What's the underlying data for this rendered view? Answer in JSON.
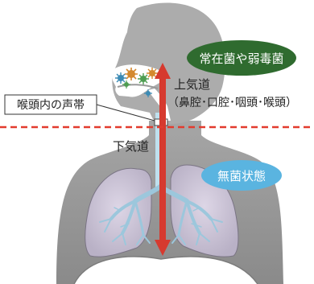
{
  "labels": {
    "upper_airway": "上気道",
    "upper_airway_detail": "（鼻腔･口腔･咽頭･喉頭）",
    "lower_airway": "下気道",
    "vocal_cords": "喉頭内の声帯",
    "resident_bacteria": "常在菌や弱毒菌",
    "sterile": "無菌状態"
  },
  "colors": {
    "body": "#9a9a9a",
    "body_dark": "#8e8e8e",
    "head": "#ababab",
    "lung": "#cfc8d8",
    "bronchi": "#9cc7dc",
    "arrow": "#d63a2f",
    "boundary": "#e23b2e",
    "bacteria_badge": "#2f6b2f",
    "sterile_badge": "#5ab4e0"
  },
  "icons": {
    "arrow": "double-headed-arrow-icon",
    "bacteria": "bacteria-icon"
  }
}
